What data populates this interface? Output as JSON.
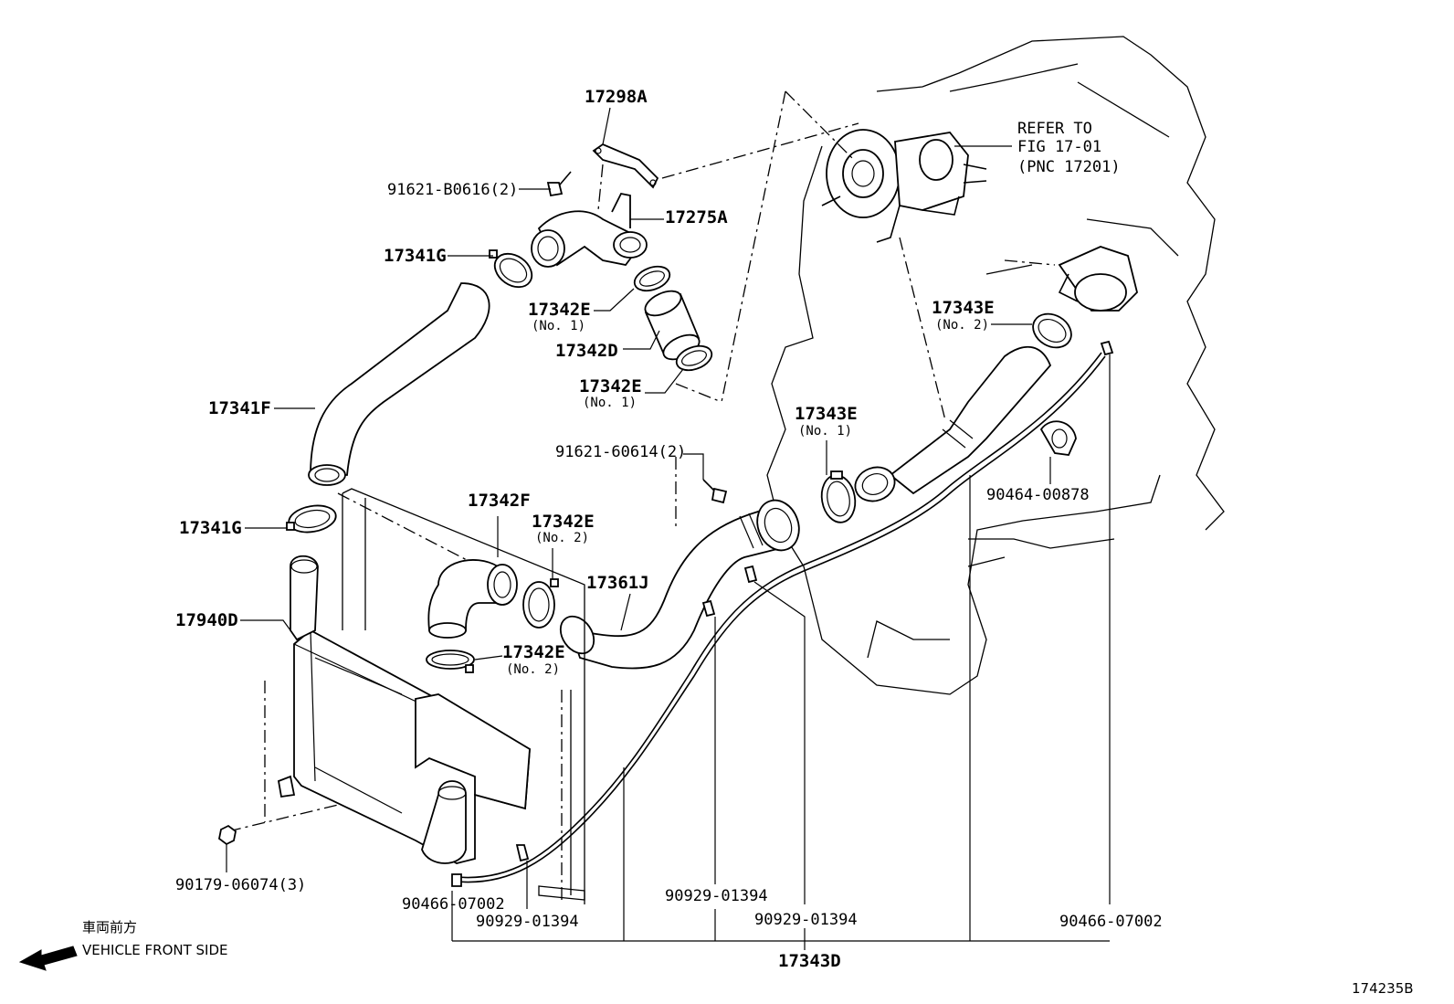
{
  "parts": {
    "p17298A": "17298A",
    "p91621_B0616": "91621-B0616(2)",
    "p17275A": "17275A",
    "p17341G_top": "17341G",
    "p17342E_no1_top": "17342E",
    "p17342E_no1_top_sub": "(No. 1)",
    "p17342D": "17342D",
    "p17342E_no1_bot": "17342E",
    "p17342E_no1_bot_sub": "(No. 1)",
    "p17341F": "17341F",
    "p17343E_no2": "17343E",
    "p17343E_no2_sub": "(No. 2)",
    "p17343E_no1": "17343E",
    "p17343E_no1_sub": "(No. 1)",
    "p91621_60614": "91621-60614(2)",
    "p90464_00878": "90464-00878",
    "p17342F": "17342F",
    "p17342E_no2_a": "17342E",
    "p17342E_no2_a_sub": "(No. 2)",
    "p17341G_mid": "17341G",
    "p17361J": "17361J",
    "p17940D": "17940D",
    "p17342E_no2_b": "17342E",
    "p17342E_no2_b_sub": "(No. 2)",
    "p90179_06074": "90179-06074(3)",
    "p90466_07002_left": "90466-07002",
    "p90929_01394_a": "90929-01394",
    "p90929_01394_b": "90929-01394",
    "p90929_01394_c": "90929-01394",
    "p90466_07002_right": "90466-07002",
    "p17343D": "17343D"
  },
  "refer": {
    "line1": "REFER TO",
    "line2": "FIG 17-01",
    "line3": "(PNC 17201)"
  },
  "direction": {
    "japanese": "車両前方",
    "english": "VEHICLE FRONT SIDE",
    "arrow_icon": "arrow-left-icon"
  },
  "figure_id": "174235B"
}
